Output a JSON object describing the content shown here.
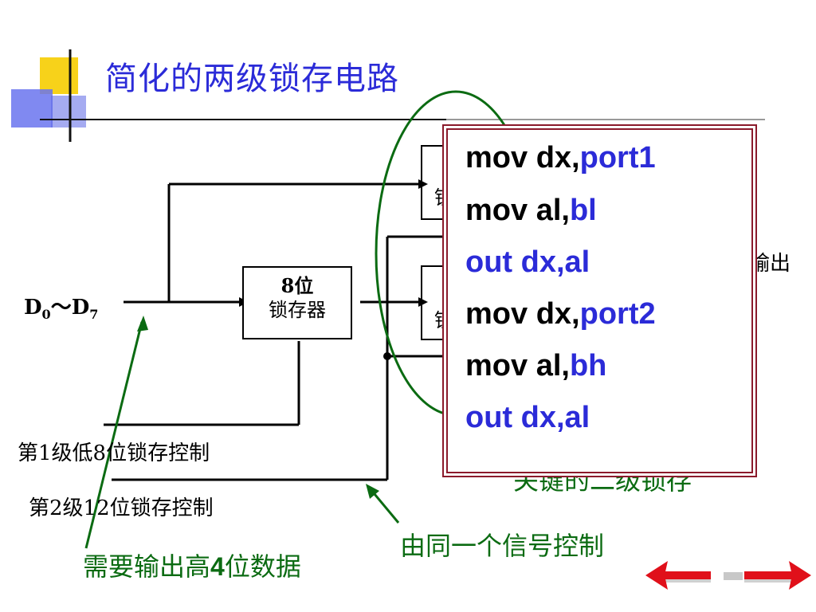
{
  "slide": {
    "title": "简化的两级锁存电路"
  },
  "diagram": {
    "input_label": "D",
    "input_sub_start": "0",
    "input_tilde": "～",
    "input_end": "D",
    "input_sub_end": "7",
    "latch_line1": "8位",
    "latch_line2": "锁存器",
    "hidden_latch_char": "锁",
    "output_partial": "输出",
    "ctrl1_label": "第1级低8位锁存控制",
    "ctrl2_label": "第2级12位锁存控制"
  },
  "code_box": {
    "lines": [
      {
        "kw": "mov dx,",
        "arg": "port1"
      },
      {
        "kw": "mov al,",
        "arg": "bl"
      },
      {
        "kw": "",
        "arg": "out dx,al"
      },
      {
        "kw": "mov dx,",
        "arg": "port2"
      },
      {
        "kw": "mov al,",
        "arg": "bh"
      },
      {
        "kw": "",
        "arg": "out dx,al"
      }
    ]
  },
  "annotations": {
    "same_signal": "由同一个信号控制",
    "need_high4": "需要输出高4位数据",
    "need_high4_digit": "4",
    "key_second_level": "关键的二级锁存"
  },
  "colors": {
    "title": "#2b2bd8",
    "annotation": "#0b6b12",
    "code_border": "#8b1a2b",
    "code_arg": "#2b2bd8",
    "nav_arrow": "#e0101a"
  },
  "icons": {
    "nav_prev": "arrow-left-icon",
    "nav_next": "arrow-right-icon"
  }
}
